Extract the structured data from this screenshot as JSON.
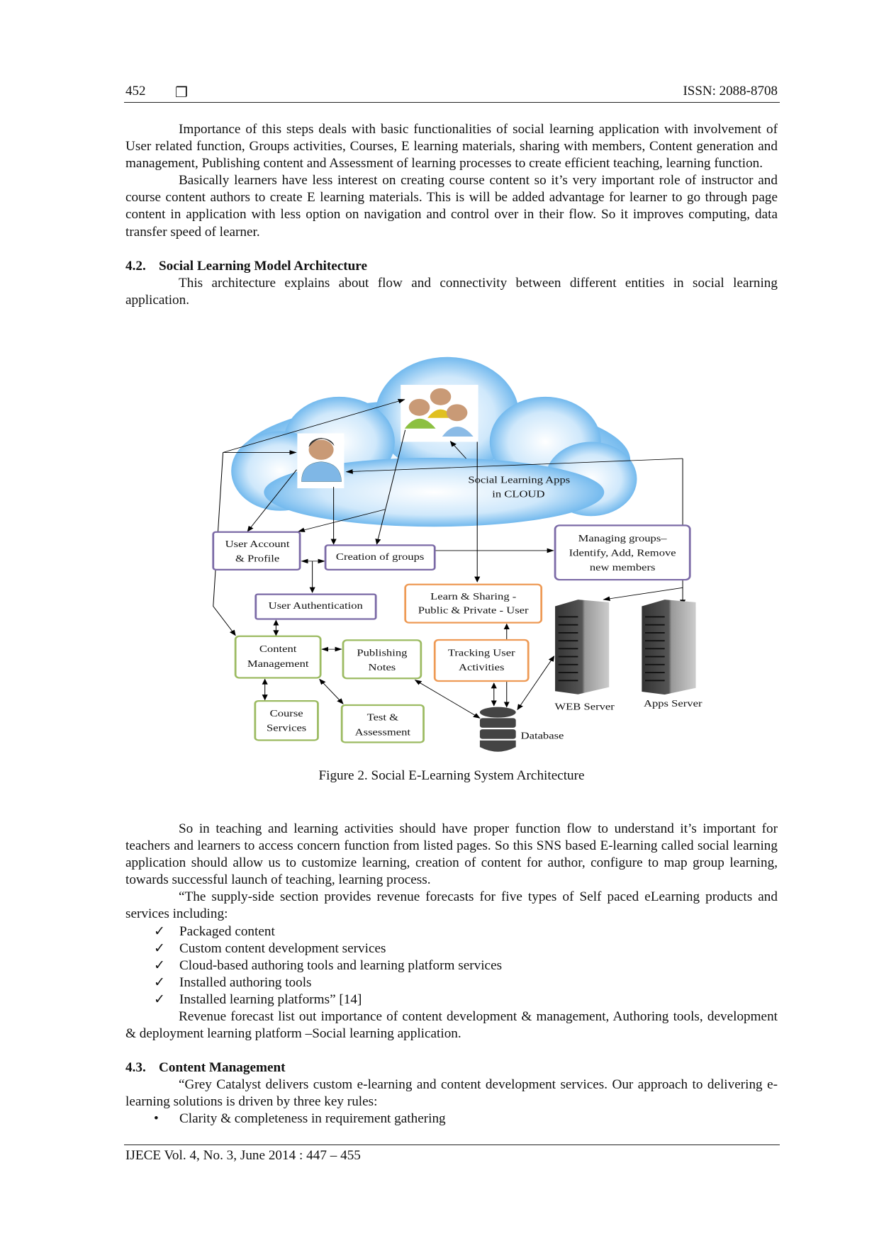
{
  "header": {
    "page_number": "452",
    "icon": "square-bullet-icon",
    "issn": "ISSN: 2088-8708"
  },
  "intro": {
    "paragraphs": [
      "Importance of this steps deals with basic functionalities of social learning application with involvement of User related function, Groups activities, Courses, E learning materials, sharing with members, Content generation and management, Publishing content and Assessment of learning processes to create efficient teaching, learning  function.",
      "Basically learners have less interest on creating course content so it’s very important role of instructor and course content authors to create E learning materials.  This is will be added advantage for learner to go through page content in application with less option on navigation and control over in their flow. So it improves computing, data transfer speed of learner."
    ]
  },
  "section_42": {
    "number": "4.2.",
    "title": "Social Learning Model Architecture",
    "paragraph": "This architecture explains about flow and connectivity between different entities in social learning application."
  },
  "figure": {
    "caption": "Figure 2. Social E-Learning System Architecture",
    "cloud_label_1": "Social Learning Apps",
    "cloud_label_2": "in CLOUD",
    "boxes": {
      "user_account": [
        "User Account",
        "& Profile"
      ],
      "creation_groups": [
        "Creation of groups"
      ],
      "managing_groups": [
        "Managing groups–",
        "Identify, Add, Remove",
        "new members"
      ],
      "user_auth": [
        "User Authentication"
      ],
      "learn_sharing": [
        "Learn & Sharing -",
        "Public & Private - User"
      ],
      "content_mgmt": [
        "Content",
        "Management"
      ],
      "publishing": [
        "Publishing",
        "Notes"
      ],
      "tracking": [
        "Tracking User",
        "Activities"
      ],
      "course": [
        "Course",
        "Services"
      ],
      "test": [
        "Test &",
        "Assessment"
      ]
    },
    "web_server": "WEB Server",
    "apps_server": "Apps Server",
    "database": "Database",
    "colors": {
      "purple": "#7b6aa6",
      "orange": "#ee9a55",
      "green": "#9cbb62",
      "cloud": "#4aa6e8"
    }
  },
  "body": {
    "paragraph_1": "So in teaching and learning activities should have proper function flow to understand it’s important for teachers and learners to access concern function from listed pages.  So this SNS based E-learning called social learning application should allow us to customize learning, creation of content for author, configure to map group learning, towards successful launch of teaching, learning process.",
    "paragraph_2": "“The supply-side section provides revenue forecasts for five types of Self paced eLearning products and services including:",
    "checklist": [
      "Packaged content",
      "Custom content development services",
      "Cloud-based authoring tools and learning platform services",
      "Installed authoring tools",
      "Installed learning platforms” [14]"
    ],
    "paragraph_3": "Revenue forecast list out importance of content development & management, Authoring tools, development & deployment learning platform –Social learning application."
  },
  "section_43": {
    "number": "4.3.",
    "title": "Content Management",
    "paragraph": "“Grey Catalyst delivers custom e-learning and content development services.  Our approach to delivering e-learning solutions is driven by three key rules:",
    "bullets": [
      "Clarity & completeness in requirement gathering"
    ]
  },
  "footer": {
    "journal": "IJECE Vol. 4, No. 3, June 2014 :  447 – 455"
  }
}
